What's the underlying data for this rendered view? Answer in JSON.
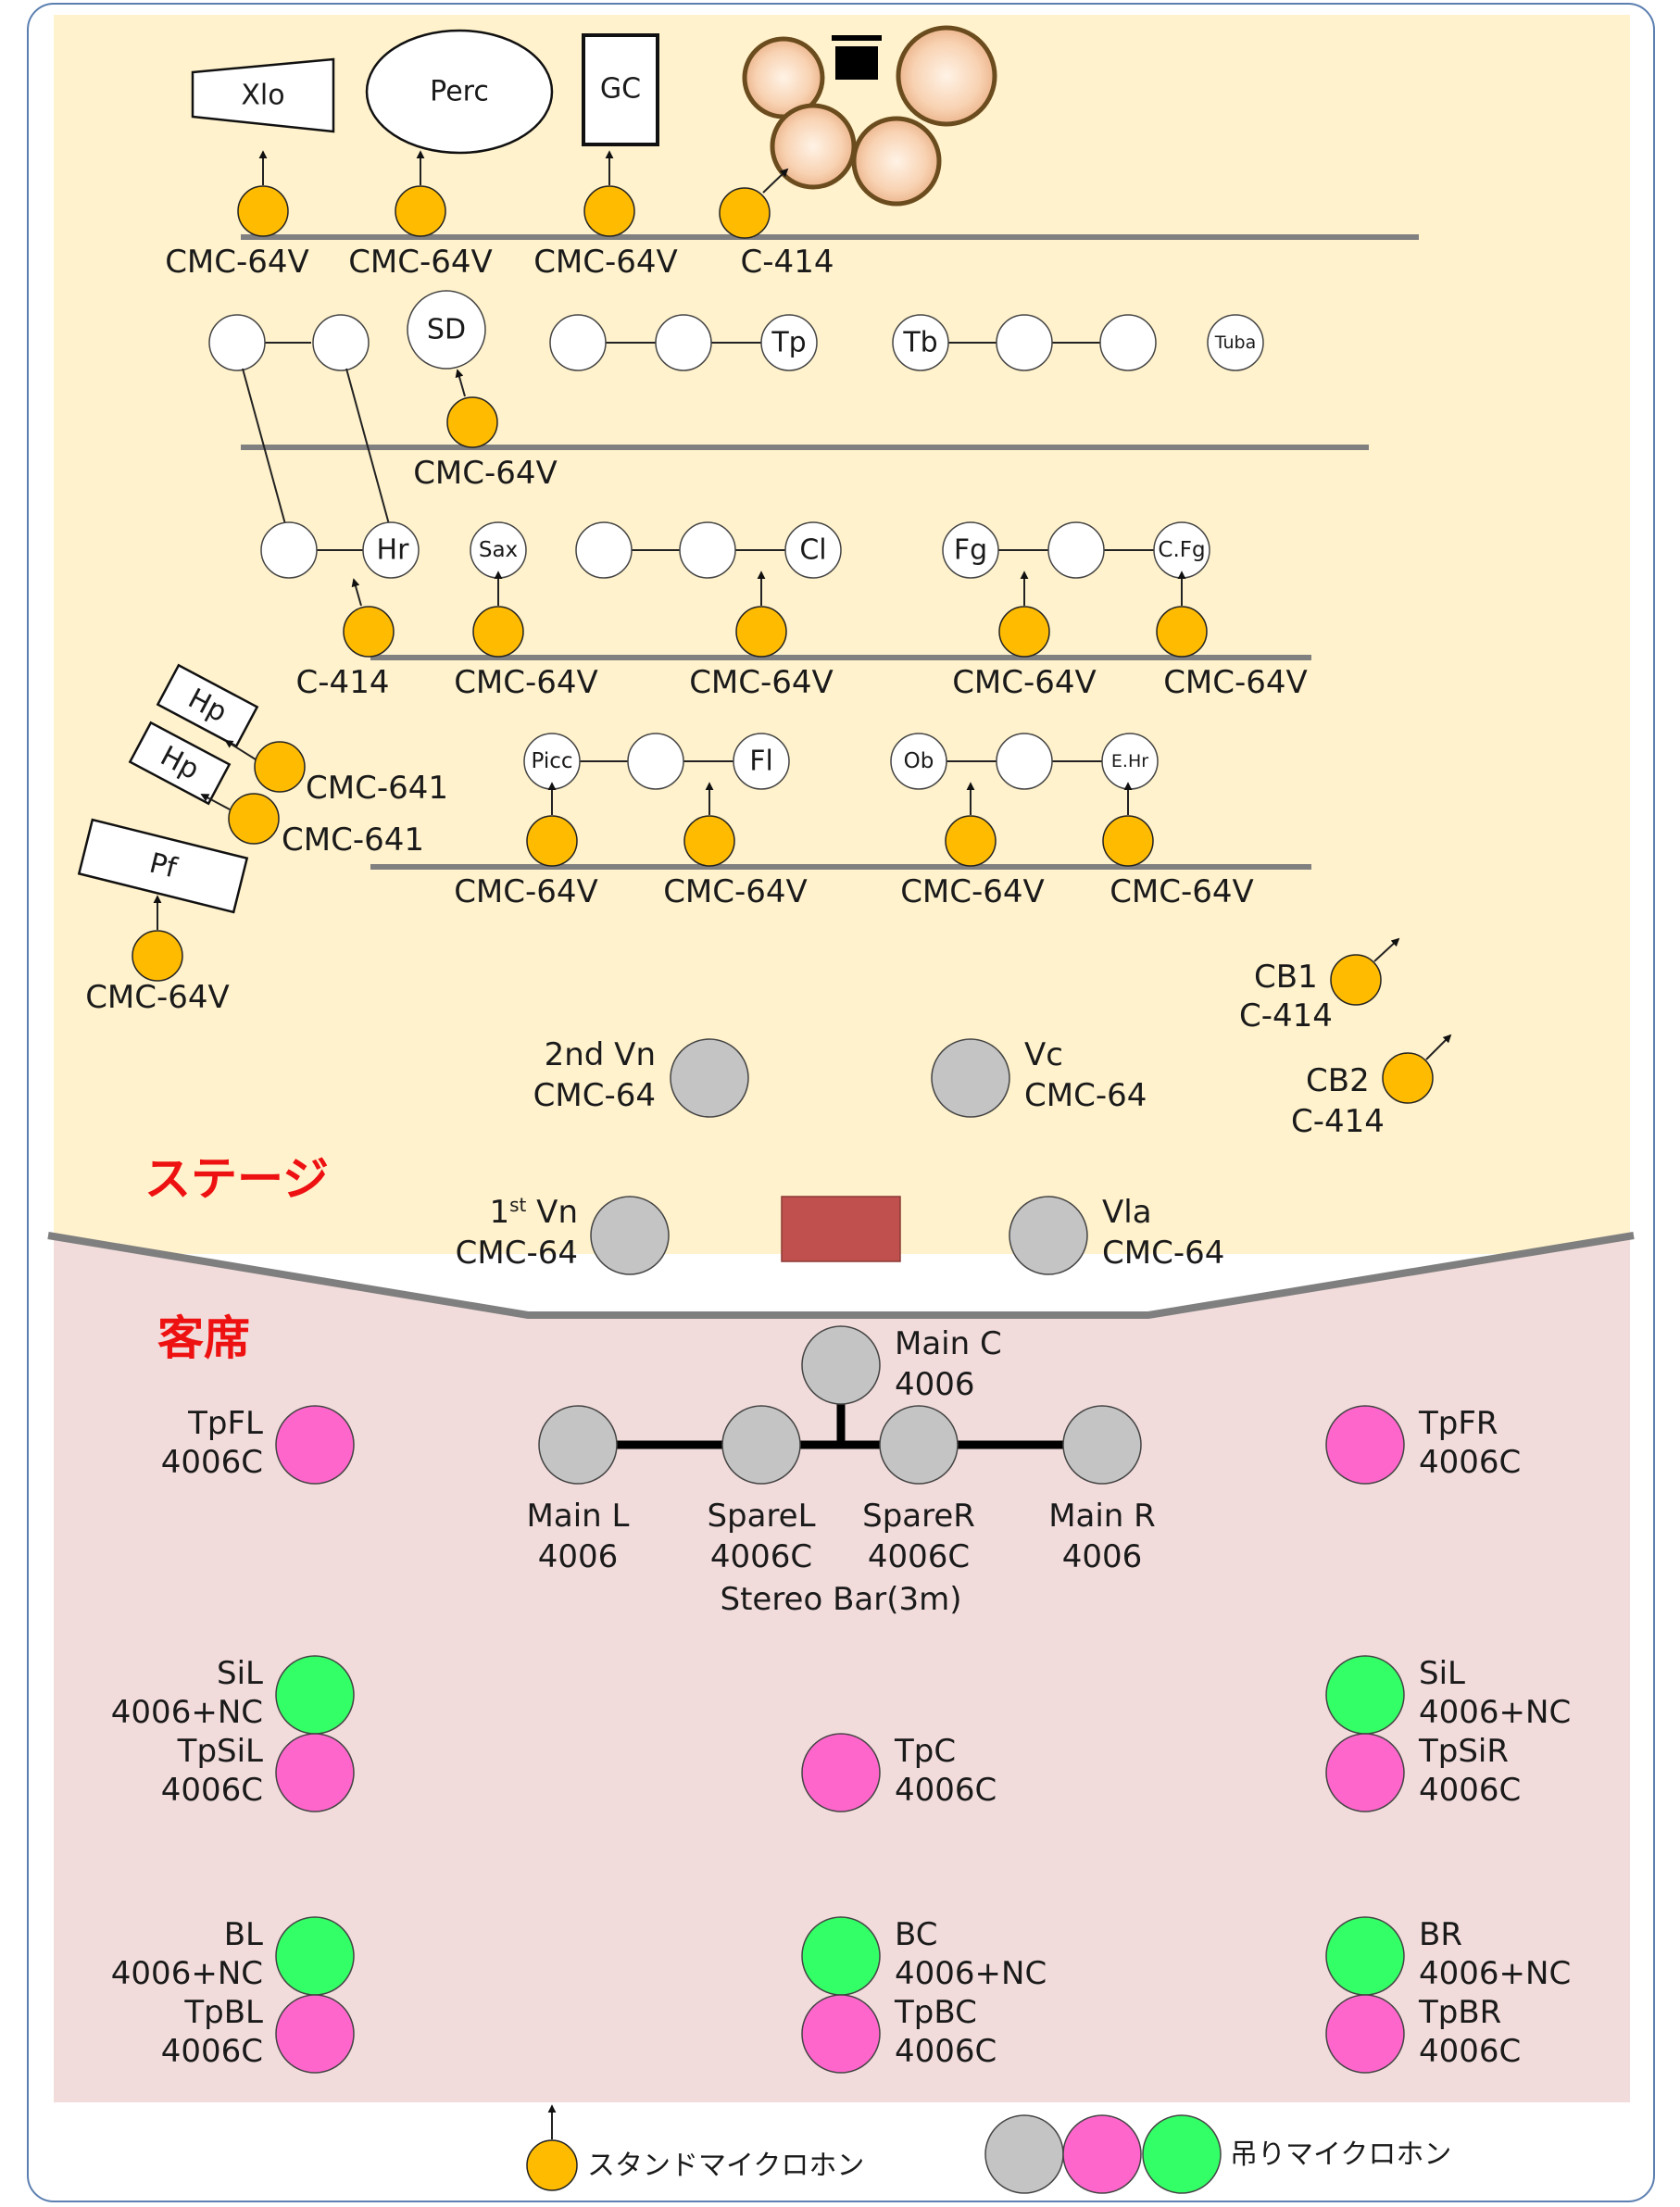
{
  "areas": {
    "stage_label": "ステージ",
    "audience_label": "客席"
  },
  "instruments": {
    "xlo": "Xlo",
    "perc": "Perc",
    "gc": "GC",
    "sd": "SD",
    "tp": "Tp",
    "tb": "Tb",
    "tuba": "Tuba",
    "hr": "Hr",
    "sax": "Sax",
    "cl": "Cl",
    "fg": "Fg",
    "cfg": "C.Fg",
    "picc": "Picc",
    "fl": "Fl",
    "ob": "Ob",
    "ehr": "E.Hr",
    "hp": "Hp",
    "pf": "Pf"
  },
  "stand_mics": {
    "row1": [
      "CMC-64V",
      "CMC-64V",
      "CMC-64V",
      "C-414"
    ],
    "row2_sd": "CMC-64V",
    "row3": [
      "C-414",
      "CMC-64V",
      "CMC-64V",
      "CMC-64V",
      "CMC-64V"
    ],
    "row4": [
      "CMC-64V",
      "CMC-64V",
      "CMC-64V",
      "CMC-64V"
    ],
    "harp1": "CMC-641",
    "harp2": "CMC-641",
    "piano": "CMC-64V",
    "cb1_name": "CB1",
    "cb1_model": "C-414",
    "cb2_name": "CB2",
    "cb2_model": "C-414"
  },
  "strings": {
    "vn2_name": "2nd Vn",
    "vn2_model": "CMC-64",
    "vc_name": "Vc",
    "vc_model": "CMC-64",
    "vn1_name": "1",
    "vn1_sup": "st",
    "vn1_rest": " Vn",
    "vn1_model": "CMC-64",
    "vla_name": "Vla",
    "vla_model": "CMC-64"
  },
  "hall_mics": {
    "main_c_name": "Main C",
    "main_c_model": "4006",
    "main_l_name": "Main L",
    "main_l_model": "4006",
    "spare_l_name": "SpareL",
    "spare_l_model": "4006C",
    "spare_r_name": "SpareR",
    "spare_r_model": "4006C",
    "main_r_name": "Main R",
    "main_r_model": "4006",
    "stereo_bar": "Stereo Bar(3m)",
    "tpfl_name": "TpFL",
    "tpfl_model": "4006C",
    "tpfr_name": "TpFR",
    "tpfr_model": "4006C",
    "sil_left_name": "SiL",
    "sil_left_model": "4006+NC",
    "tpsil_name": "TpSiL",
    "tpsil_model": "4006C",
    "tpc_name": "TpC",
    "tpc_model": "4006C",
    "sil_right_name": "SiL",
    "sil_right_model": "4006+NC",
    "tpsir_name": "TpSiR",
    "tpsir_model": "4006C",
    "bl_name": "BL",
    "bl_model": "4006+NC",
    "tpbl_name": "TpBL",
    "tpbl_model": "4006C",
    "bc_name": "BC",
    "bc_model": "4006+NC",
    "tpbc_name": "TpBC",
    "tpbc_model": "4006C",
    "br_name": "BR",
    "br_model": "4006+NC",
    "tpbr_name": "TpBR",
    "tpbr_model": "4006C"
  },
  "legend": {
    "stand_label": "スタンドマイクロホン",
    "hanging_label": "吊りマイクロホン"
  },
  "colors": {
    "stage_bg": "#fff2cc",
    "audience_bg": "#f2dcdb",
    "stand_mic": "#ffbb00",
    "hanging_gray": "#c4c4c4",
    "hanging_pink": "#ff66cc",
    "hanging_green": "#33ff66",
    "conductor_box": "#c0504d",
    "area_label": "#ee1111"
  }
}
